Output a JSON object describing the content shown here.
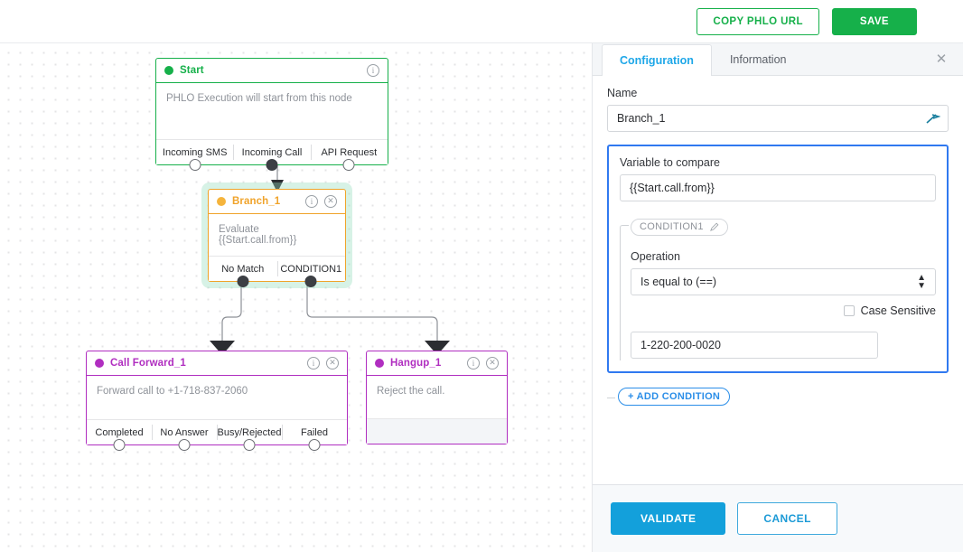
{
  "topbar": {
    "copy_url_label": "COPY PHLO URL",
    "save_label": "SAVE",
    "green": "#16b04a"
  },
  "canvas": {
    "nodes": [
      {
        "id": "start",
        "title": "Start",
        "color": "#16b04a",
        "description": "PHLO Execution will start from this node",
        "ports": [
          "Incoming SMS",
          "Incoming Call",
          "API Request"
        ],
        "info_icon": "info-icon"
      },
      {
        "id": "branch",
        "title": "Branch_1",
        "color": "#f0a32a",
        "description": "Evaluate {{Start.call.from}}",
        "ports": [
          "No Match",
          "CONDITION1"
        ],
        "info_icon": "info-icon",
        "close_icon": "close-icon"
      },
      {
        "id": "callfwd",
        "title": "Call Forward_1",
        "color": "#b02ec0",
        "description": "Forward call to +1-718-837-2060",
        "ports": [
          "Completed",
          "No Answer",
          "Busy/Rejected",
          "Failed"
        ],
        "info_icon": "info-icon",
        "close_icon": "close-icon"
      },
      {
        "id": "hangup",
        "title": "Hangup_1",
        "color": "#b02ec0",
        "description": "Reject the call.",
        "ports": [],
        "info_icon": "info-icon",
        "close_icon": "close-icon"
      }
    ]
  },
  "panel": {
    "tabs": [
      {
        "label": "Configuration",
        "active": true
      },
      {
        "label": "Information",
        "active": false
      }
    ],
    "close_icon": "close-icon",
    "name_label": "Name",
    "name_value": "Branch_1",
    "wand_icon": "wand-icon",
    "variable_label": "Variable to compare",
    "variable_value": "{{Start.call.from}}",
    "condition_chip": "CONDITION1",
    "edit_icon": "pencil-icon",
    "operation_label": "Operation",
    "operation_value": "Is equal to (==)",
    "operation_options": [
      "Is equal to (==)"
    ],
    "case_sensitive_label": "Case Sensitive",
    "case_sensitive_checked": false,
    "compare_value": "1-220-200-0020",
    "add_condition_label": "+ ADD CONDITION",
    "validate_label": "VALIDATE",
    "cancel_label": "CANCEL",
    "highlight_color": "#3079f0",
    "accent_color": "#13a0db"
  }
}
